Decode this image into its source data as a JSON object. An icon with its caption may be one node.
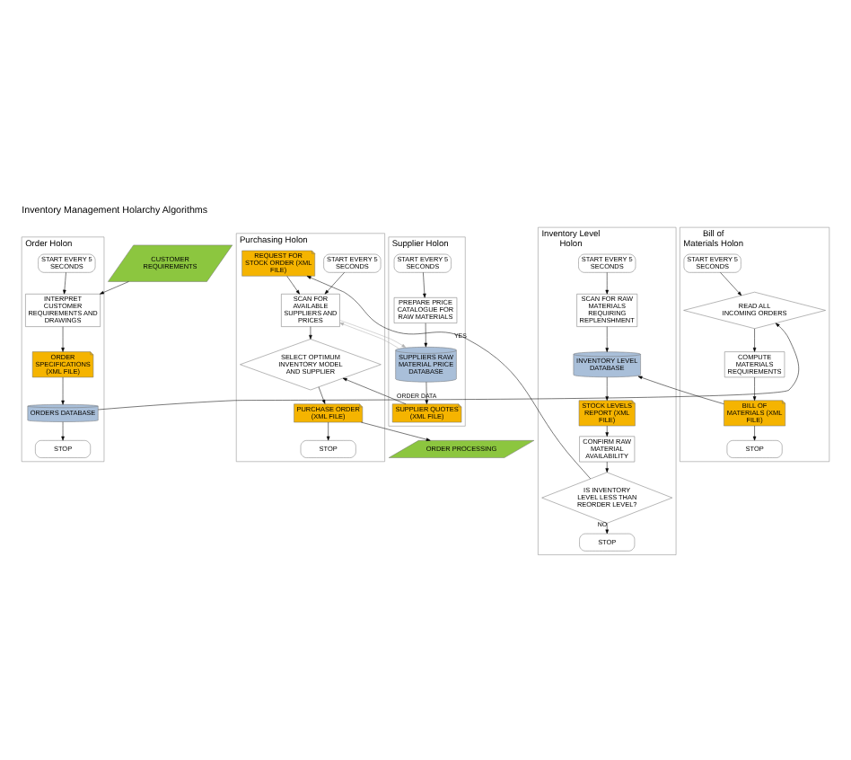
{
  "diagram": {
    "title": "Inventory Management Holarchy Algorithms",
    "nodes": [
      {
        "text": [
          "Order Holon"
        ]
      },
      {
        "text": [
          "Bill of Materials Holon"
        ]
      },
      {
        "text": [
          "Inventory Level Holon"
        ]
      },
      {
        "text": [
          "Purchasing Holon"
        ]
      },
      {
        "text": [
          "Supplier Holon"
        ]
      },
      {
        "text": [
          "CUSTOMER REQUIREMENTS"
        ]
      },
      {
        "text": [
          "START EVERY 5 SECONDS"
        ],
        "in": 0
      },
      {
        "text": [
          "INTERPRET CUSTOMER REQUIREMENTS AND DRAWINGS"
        ],
        "in": 0
      },
      {
        "text": [
          "ORDER SPECIFICATIONS (XML FILE)"
        ],
        "in": 0
      },
      {
        "text": [
          "ORDERS DATABASE"
        ],
        "in": 0
      },
      {
        "text": [
          "STOP"
        ],
        "in": 0
      },
      {
        "text": [
          "START EVERY 5 SECONDS"
        ],
        "in": 1
      },
      {
        "text": [
          "READ ALL INCOMING ORDERS"
        ],
        "in": 1
      },
      {
        "text": [
          "COMPUTE MATERIALS REQUIREMENTS"
        ],
        "in": 1
      },
      {
        "text": [
          "BILL OF MATERIALS (XML FILE)"
        ],
        "in": 1
      },
      {
        "text": [
          "STOP"
        ],
        "in": 1
      },
      {
        "text": [
          "START EVERY 5 SECONDS"
        ],
        "in": 2
      },
      {
        "text": [
          "SCAN FOR RAW MATERIALS REQUIRING REPLENSHMENT"
        ],
        "in": 2
      },
      {
        "text": [
          "INVENTORY LEVEL DATABASE"
        ],
        "in": 2
      },
      {
        "text": [
          "STOCK LEVELS REPORT (XML FILE)"
        ],
        "in": 2
      },
      {
        "text": [
          "CONFIRM RAW MATERIAL AVAILABILITY"
        ],
        "in": 2
      },
      {
        "text": [
          "IS INVENTORY LEVEL LESS THAN REORDER LEVEL?"
        ],
        "in": 2
      },
      {
        "text": [
          "STOP"
        ],
        "in": 2
      },
      {
        "text": [
          "START EVERY 5 SECONDS"
        ],
        "in": 3
      },
      {
        "text": [
          "SCAN FOR AVAILABLE SUPPLIERS AND PRICES"
        ],
        "in": 3
      },
      {
        "text": [
          "REQUEST FOR STOCK ORDER (XML FILE)"
        ],
        "in": 3
      },
      {
        "text": [
          "SELECT OPTIMUM INVENTORY MODEL AND SUPPLIER"
        ],
        "in": 3
      },
      {
        "text": [
          "PURCHASE ORDER (XML FILE)"
        ],
        "in": 3
      },
      {
        "text": [
          "STOP"
        ],
        "in": 3
      },
      {
        "text": [
          "START EVERY 5 SECONDS"
        ],
        "in": 4
      },
      {
        "text": [
          "PREPARE PRICE CATALOGUE FOR RAW MATERIALS"
        ],
        "in": 4
      },
      {
        "text": [
          "SUPPLIERS RAW MATERIAL PRICE DATABASE"
        ],
        "in": 4
      },
      {
        "text": [
          "SUPPLIER QUOTES (XML FILE)"
        ],
        "in": 4
      },
      {
        "text": [
          "ORDER PROCESSING"
        ]
      }
    ],
    "edges": [
      {
        "from": 5,
        "to": 7,
        "arrow": "to"
      },
      {
        "from": 6,
        "to": 7,
        "arrow": "to"
      },
      {
        "from": 7,
        "to": 8,
        "arrow": "to"
      },
      {
        "from": 8,
        "to": 9,
        "arrow": "to"
      },
      {
        "from": 9,
        "to": 10,
        "arrow": "to"
      },
      {
        "from": 9,
        "to": 12,
        "arrow": "to",
        "label": "ORDER DATA"
      },
      {
        "from": 11,
        "to": 12,
        "arrow": "to"
      },
      {
        "from": 12,
        "to": 13,
        "arrow": "to"
      },
      {
        "from": 13,
        "to": 14,
        "arrow": "to"
      },
      {
        "from": 14,
        "to": 15,
        "arrow": "to"
      },
      {
        "from": 14,
        "to": 18,
        "arrow": "to"
      },
      {
        "from": 16,
        "to": 17,
        "arrow": "to"
      },
      {
        "from": 17,
        "to": 18,
        "arrow": "to"
      },
      {
        "from": 18,
        "to": 19,
        "arrow": "to"
      },
      {
        "from": 19,
        "to": 20,
        "arrow": "to"
      },
      {
        "from": 20,
        "to": 21,
        "arrow": "to"
      },
      {
        "from": 21,
        "to": 22,
        "arrow": "to",
        "label": "NO"
      },
      {
        "from": 21,
        "to": 25,
        "arrow": "to",
        "label": "YES"
      },
      {
        "from": 23,
        "to": 24,
        "arrow": "to"
      },
      {
        "from": 25,
        "to": 24,
        "arrow": "to"
      },
      {
        "from": 24,
        "to": 31,
        "arrow": "to",
        "color": "#b0b0b0"
      },
      {
        "from": 31,
        "to": 24,
        "arrow": "to",
        "color": "#b0b0b0"
      },
      {
        "from": 24,
        "to": 26,
        "arrow": "to"
      },
      {
        "from": 32,
        "to": 26,
        "arrow": "to"
      },
      {
        "from": 26,
        "to": 27,
        "arrow": "to"
      },
      {
        "from": 27,
        "to": 28,
        "arrow": "to"
      },
      {
        "from": 27,
        "to": 33,
        "arrow": "to"
      },
      {
        "from": 29,
        "to": 30,
        "arrow": "to"
      },
      {
        "from": 30,
        "to": 31,
        "arrow": "to"
      },
      {
        "from": 31,
        "to": 32,
        "arrow": "to"
      }
    ]
  }
}
